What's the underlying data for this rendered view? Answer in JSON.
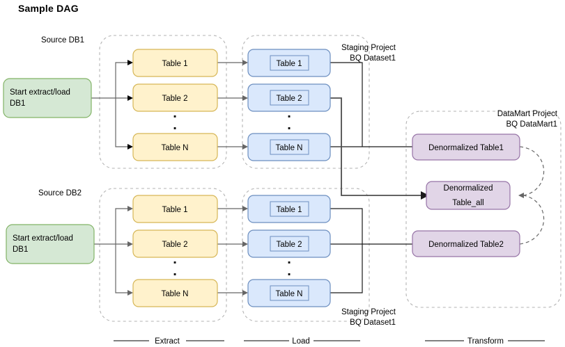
{
  "page_title": "Sample DAG",
  "groups": {
    "source_db1_label": "Source DB1",
    "source_db2_label": "Source DB2",
    "staging_top_label_line1": "Staging Project",
    "staging_top_label_line2": "BQ Dataset1",
    "staging_bottom_label_line1": "Staging Project",
    "staging_bottom_label_line2": "BQ Dataset1",
    "datamart_label_line1": "DataMart Project",
    "datamart_label_line2": "BQ DataMart1"
  },
  "start_nodes": [
    {
      "line1": "Start extract/load",
      "line2": "DB1",
      "color": "#d5e8d4"
    },
    {
      "line1": "Start extract/load",
      "line2": "DB1",
      "color": "#d5e8d4"
    }
  ],
  "extract": {
    "color": "#fff2cc",
    "top": [
      "Table 1",
      "Table 2",
      "Table N"
    ],
    "bottom": [
      "Table 1",
      "Table 2",
      "Table N"
    ]
  },
  "load": {
    "color": "#dae8fc",
    "top": [
      "Table 1",
      "Table 2",
      "Table N"
    ],
    "bottom": [
      "Table 1",
      "Table 2",
      "Table N"
    ]
  },
  "transform": {
    "color": "#e1d5e7",
    "nodes": [
      {
        "line1": "Denormalized Table1",
        "line2": ""
      },
      {
        "line1": "Denormalized",
        "line2": "Table_all"
      },
      {
        "line1": "Denormalized Table2",
        "line2": ""
      }
    ]
  },
  "phases": [
    {
      "label": "Extract"
    },
    {
      "label": "Load"
    },
    {
      "label": "Transform"
    }
  ],
  "ellipsis_glyph": "▪"
}
